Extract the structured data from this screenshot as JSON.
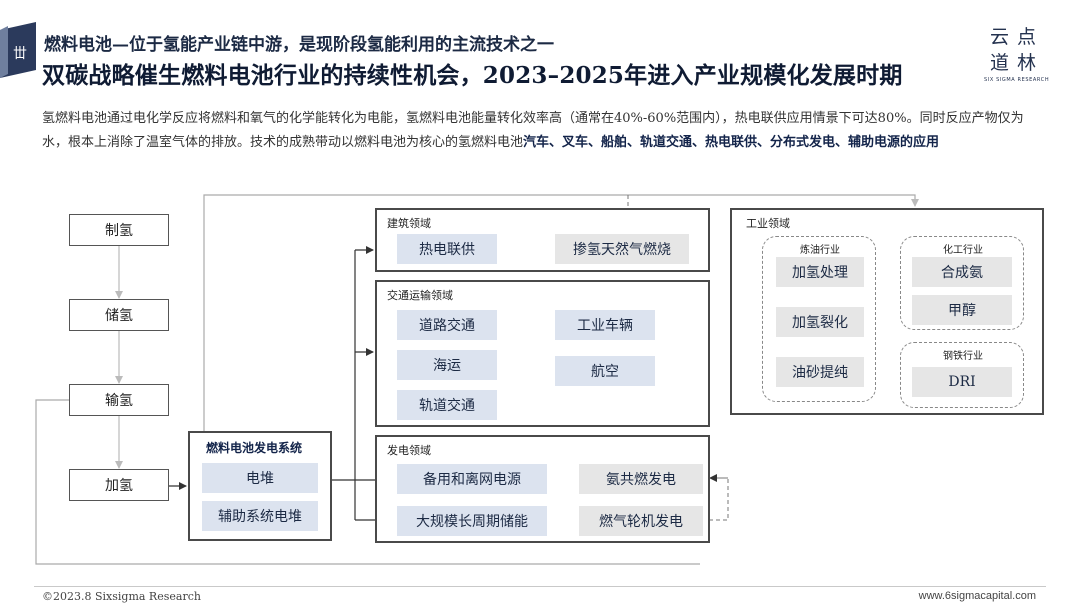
{
  "header": {
    "subtitle": "燃料电池—位于氢能产业链中游，是现阶段氢能利用的主流技术之一",
    "title": "双碳战略催生燃料电池行业的持续性机会，2023–2025年进入产业规模化发展时期",
    "brand_cn_line1": "云点",
    "brand_cn_line2": "道林",
    "brand_en": "SIX SIGMA RESEARCH"
  },
  "intro": {
    "text_1": "氢燃料电池通过电化学反应将燃料和氧气的化学能转化为电能，氢燃料电池能量转化效率高（通常在40%-60%范围内），热电联供应用情景下可达80%。同时反应产物仅为水，根本上消除了温室气体的排放。技术的成熟带动以燃料电池为核心的氢燃料电池",
    "highlight": "汽车、叉车、船舶、轨道交通、热电联供、分布式发电、辅助电源的应用"
  },
  "chain": {
    "step1": "制氢",
    "step2": "储氢",
    "step3": "输氢",
    "step4": "加氢"
  },
  "fc_system": {
    "title": "燃料电池发电系统",
    "item1": "电堆",
    "item2": "辅助系统电堆"
  },
  "building": {
    "title": "建筑领域",
    "item1": "热电联供",
    "item2": "掺氢天然气燃烧"
  },
  "transport": {
    "title": "交通运输领域",
    "item1": "道路交通",
    "item2": "工业车辆",
    "item3": "海运",
    "item4": "航空",
    "item5": "轨道交通"
  },
  "power": {
    "title": "发电领域",
    "item1": "备用和离网电源",
    "item2": "氨共燃发电",
    "item3": "大规模长周期储能",
    "item4": "燃气轮机发电"
  },
  "industry": {
    "title": "工业领域",
    "refining": {
      "title": "炼油行业",
      "item1": "加氢处理",
      "item2": "加氢裂化",
      "item3": "油砂提纯"
    },
    "chemical": {
      "title": "化工行业",
      "item1": "合成氨",
      "item2": "甲醇"
    },
    "steel": {
      "title": "钢铁行业",
      "item1": "DRI"
    }
  },
  "footer": {
    "left": "©2023.8 Sixsigma Research",
    "right": "www.6sigmacapital.com"
  },
  "colors": {
    "chip_blue": "#dce3ef",
    "chip_gray": "#e6e6e6",
    "navy": "#13244a"
  }
}
